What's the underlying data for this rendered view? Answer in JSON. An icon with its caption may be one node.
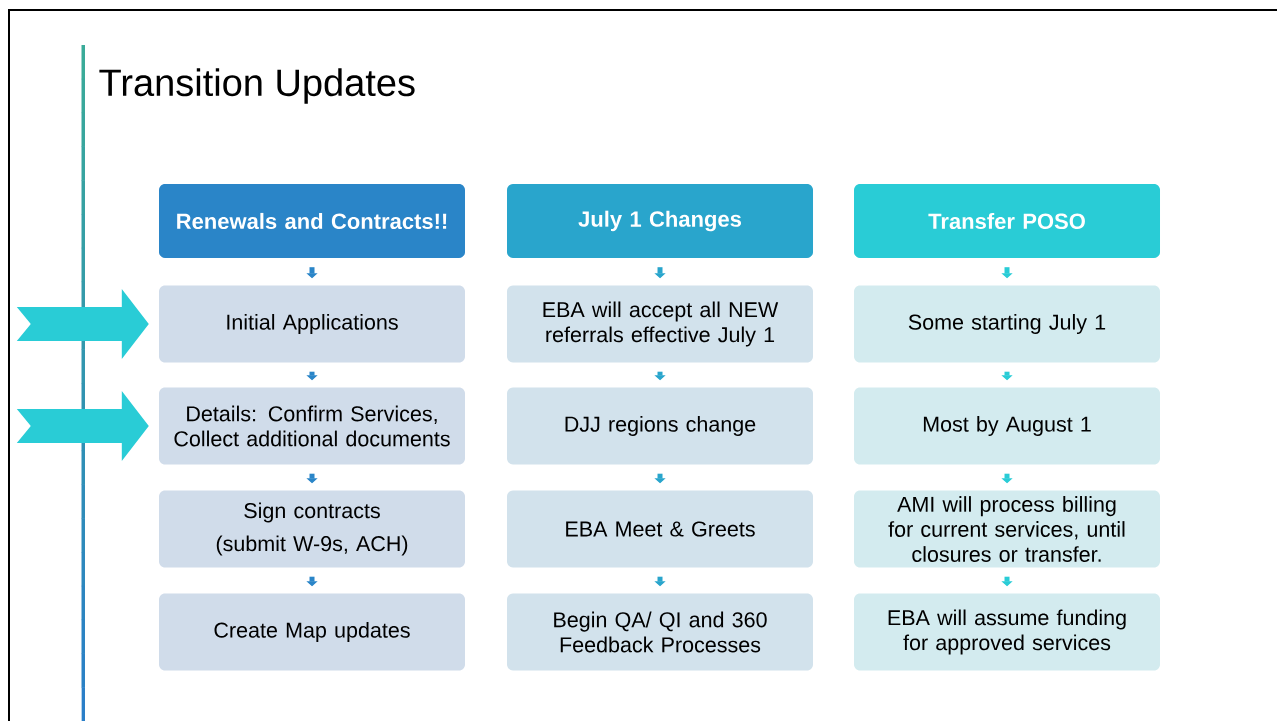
{
  "diagram": {
    "title": "Transition Updates",
    "nodes": [
      {
        "text": [
          "Renewals and Contracts!!"
        ]
      },
      {
        "text": [
          "Initial Applications"
        ]
      },
      {
        "text": [
          "Details: Confirm Services, Collect additional documents"
        ]
      },
      {
        "text": [
          "Sign contracts",
          "(submit W-9s, ACH)"
        ]
      },
      {
        "text": [
          "Create Map updates"
        ]
      },
      {
        "text": [
          "July 1 Changes"
        ]
      },
      {
        "text": [
          "EBA will accept all NEW referrals effective July 1"
        ]
      },
      {
        "text": [
          "DJJ regions change"
        ]
      },
      {
        "text": [
          "EBA Meet & Greets"
        ]
      },
      {
        "text": [
          "Begin QA/ QI and 360 Feedback Processes"
        ]
      },
      {
        "text": [
          "Transfer POSO"
        ]
      },
      {
        "text": [
          "Some starting July 1"
        ]
      },
      {
        "text": [
          "Most by August 1"
        ]
      },
      {
        "text": [
          "AMI will process billing for current services, until closures or transfer."
        ]
      },
      {
        "text": [
          "EBA will assume funding for approved services"
        ]
      }
    ],
    "edges": [
      {
        "from": 0,
        "to": 1,
        "arrow": "to",
        "color": "#2a85c8"
      },
      {
        "from": 1,
        "to": 2,
        "arrow": "to",
        "color": "#2a85c8"
      },
      {
        "from": 2,
        "to": 3,
        "arrow": "to",
        "color": "#2a85c8"
      },
      {
        "from": 3,
        "to": 4,
        "arrow": "to",
        "color": "#2a85c8"
      },
      {
        "from": 5,
        "to": 6,
        "arrow": "to",
        "color": "#29a5cc"
      },
      {
        "from": 6,
        "to": 7,
        "arrow": "to",
        "color": "#29a5cc"
      },
      {
        "from": 7,
        "to": 8,
        "arrow": "to",
        "color": "#29a5cc"
      },
      {
        "from": 8,
        "to": 9,
        "arrow": "to",
        "color": "#29a5cc"
      },
      {
        "from": 10,
        "to": 11,
        "arrow": "to",
        "color": "#29ccd6"
      },
      {
        "from": 11,
        "to": 12,
        "arrow": "to",
        "color": "#29ccd6"
      },
      {
        "from": 12,
        "to": 13,
        "arrow": "to",
        "color": "#29ccd6"
      },
      {
        "from": 13,
        "to": 14,
        "arrow": "to",
        "color": "#29ccd6"
      },
      {
        "from": null,
        "to": 1,
        "arrow": "to",
        "style": "thick",
        "color": "#29ccd6"
      },
      {
        "from": null,
        "to": 2,
        "arrow": "to",
        "style": "thick",
        "color": "#29ccd6"
      }
    ]
  }
}
